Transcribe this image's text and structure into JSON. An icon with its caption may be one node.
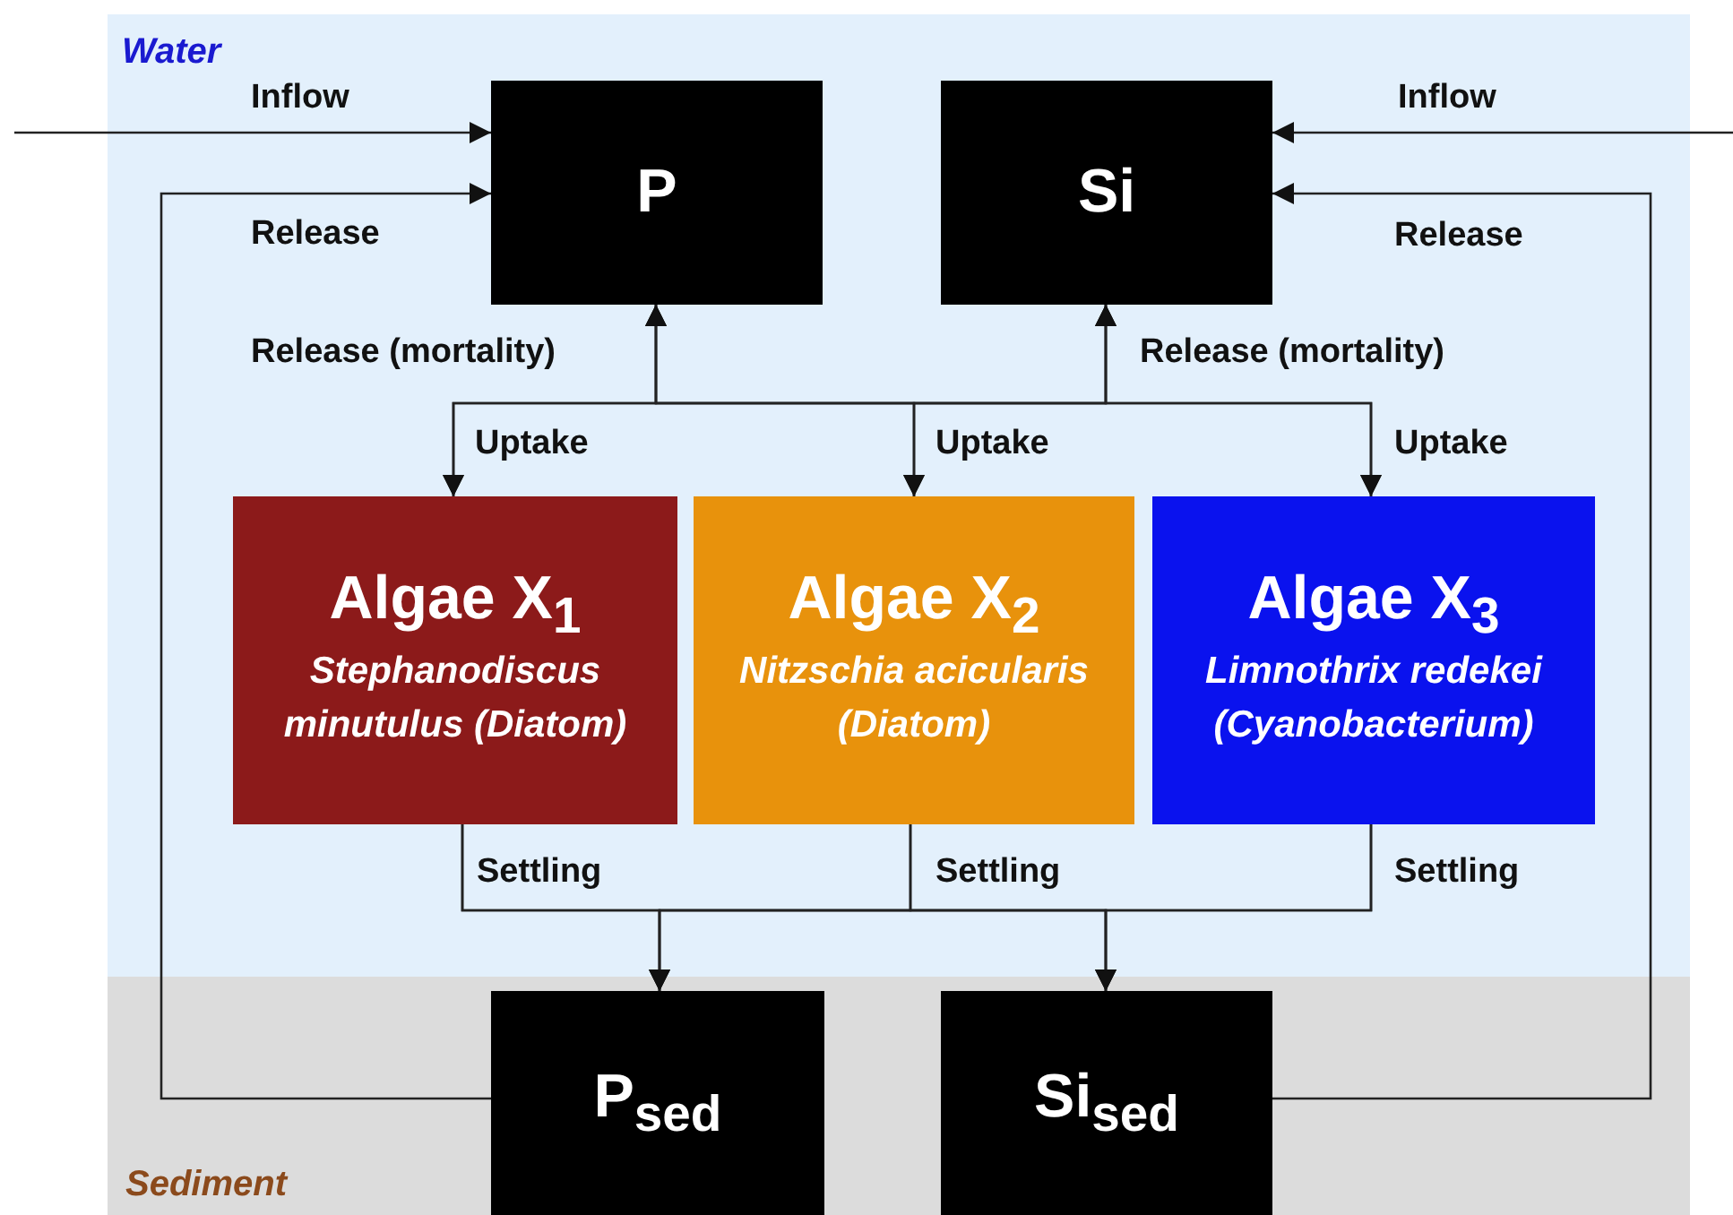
{
  "diagram": {
    "nodes": [
      {
        "text": [
          "Water"
        ]
      },
      {
        "text": [
          "Sediment"
        ]
      },
      {
        "text": [
          "P"
        ],
        "in": 0
      },
      {
        "text": [
          "Si"
        ],
        "in": 0
      },
      {
        "text": [
          "Algae X$_{1}$",
          "Stephanodiscus minutulus (Diatom)"
        ],
        "in": 0
      },
      {
        "text": [
          "Algae X$_{2}$",
          "Nitzschia acicularis (Diatom)"
        ],
        "in": 0
      },
      {
        "text": [
          "Algae X$_{3}$",
          "Limnothrix redekei (Cyanobacterium)"
        ],
        "in": 0
      },
      {
        "text": [
          "P$_{sed}$"
        ],
        "in": 1
      },
      {
        "text": [
          "Si$_{sed}$"
        ],
        "in": 1
      }
    ],
    "edges": [
      {
        "from": null,
        "to": 2,
        "arrow": "to",
        "label": "Inflow"
      },
      {
        "from": null,
        "to": 3,
        "arrow": "to",
        "label": "Inflow"
      },
      {
        "from": 7,
        "to": 2,
        "arrow": "to",
        "label": "Release"
      },
      {
        "from": 8,
        "to": 3,
        "arrow": "to",
        "label": "Release"
      },
      {
        "from": 2,
        "to": 4,
        "arrow": "both"
      },
      {
        "from": 2,
        "to": 5,
        "arrow": "both"
      },
      {
        "from": 2,
        "to": 6,
        "arrow": "both"
      },
      {
        "from": 3,
        "to": 4,
        "arrow": "both"
      },
      {
        "from": 3,
        "to": 5,
        "arrow": "both"
      },
      {
        "from": 3,
        "to": 6,
        "arrow": "both"
      },
      {
        "from": 4,
        "to": 7,
        "arrow": "to"
      },
      {
        "from": 5,
        "to": 7,
        "arrow": "to"
      },
      {
        "from": 6,
        "to": 7,
        "arrow": "to"
      },
      {
        "from": 4,
        "to": 8,
        "arrow": "to"
      },
      {
        "from": 5,
        "to": 8,
        "arrow": "to"
      },
      {
        "from": 6,
        "to": 8,
        "arrow": "to"
      }
    ],
    "labels": [
      "Release (mortality)",
      "Release (mortality)",
      "Uptake",
      "Uptake",
      "Uptake",
      "Settling",
      "Settling",
      "Settling"
    ]
  }
}
